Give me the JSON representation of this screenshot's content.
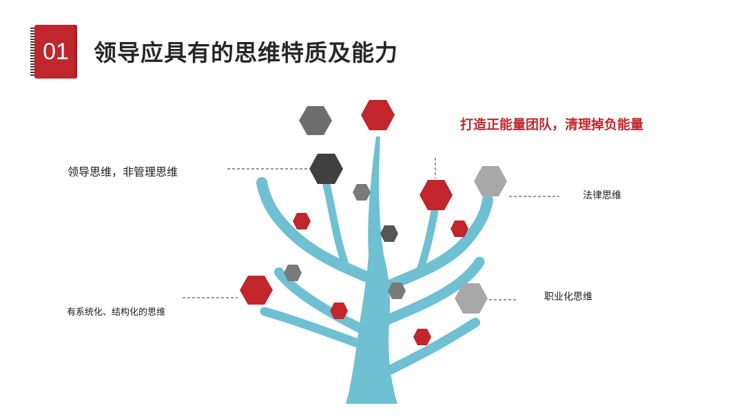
{
  "header": {
    "number": "01",
    "title": "领导应具有的思维特质及能力"
  },
  "labels": {
    "positive_energy": "打造正能量团队，清理掉负能量",
    "leadership_thinking": "领导思维，非管理思维",
    "legal_thinking": "法律思维",
    "systematic_thinking": "有系统化、结构化的思维",
    "professional_thinking": "职业化思维"
  },
  "colors": {
    "accent_red": "#c0262c",
    "tree_blue": "#6ec0d2",
    "hex_dark": "#404040",
    "hex_mid": "#6e6e6e",
    "hex_light": "#a8a8a8",
    "dash_line": "#555555"
  }
}
